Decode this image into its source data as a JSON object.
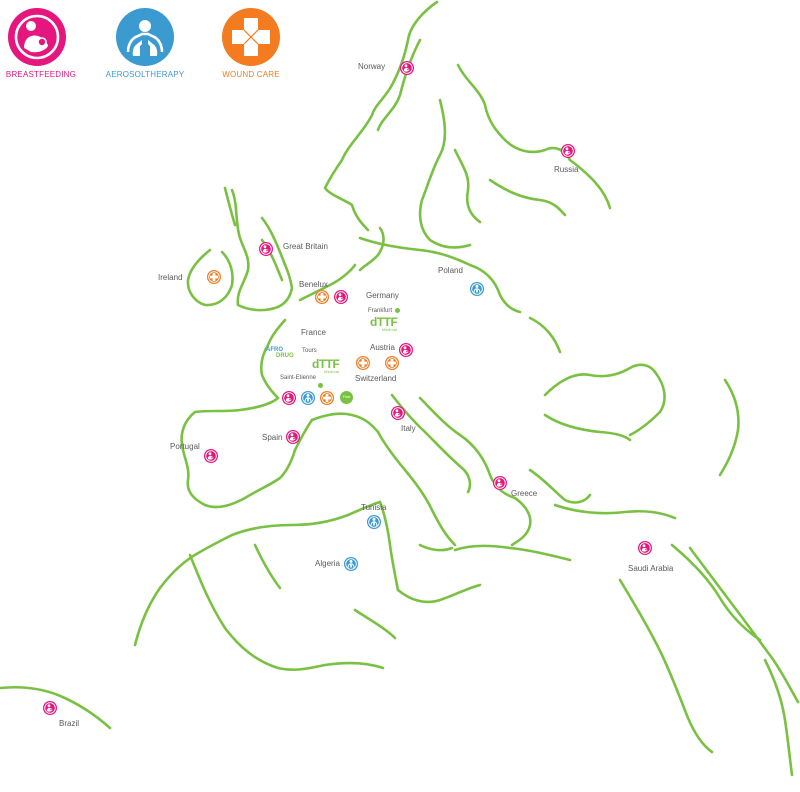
{
  "colors": {
    "breastfeeding": "#e5177e",
    "aerosoltherapy": "#3b9ad0",
    "wound_care": "#f47b20",
    "coastline": "#7ac143",
    "label_text": "#5a5a5a"
  },
  "legend": {
    "breastfeeding": {
      "label": "BREASTFEEDING",
      "icon": "mother-baby-icon"
    },
    "aerosoltherapy": {
      "label": "AEROSOLTHERAPY",
      "icon": "lungs-icon"
    },
    "wound_care": {
      "label": "WOUND CARE",
      "icon": "bandage-cross-icon"
    }
  },
  "countries": {
    "norway": "Norway",
    "russia": "Russia",
    "great_britain": "Great Britain",
    "ireland": "Ireland",
    "benelux": "Benelux",
    "poland": "Poland",
    "germany": "Germany",
    "france": "France",
    "austria": "Austria",
    "switzerland": "Switzerland",
    "italy": "Italy",
    "spain": "Spain",
    "portugal": "Portugal",
    "greece": "Greece",
    "tunisia": "Tunisia",
    "algeria": "Algeria",
    "saudi_arabia": "Saudi Arabia",
    "brazil": "Brazil"
  },
  "cities": {
    "frankfurt": "Frankfurt",
    "tours": "Tours",
    "saint_etienne": "Saint-Etienne"
  },
  "brands": {
    "dtf_logo": "dTTF",
    "dtf_sub": "Medical",
    "afro_top": "AFRO",
    "afro_bottom": "DRUG",
    "green_badge": "Flow"
  }
}
